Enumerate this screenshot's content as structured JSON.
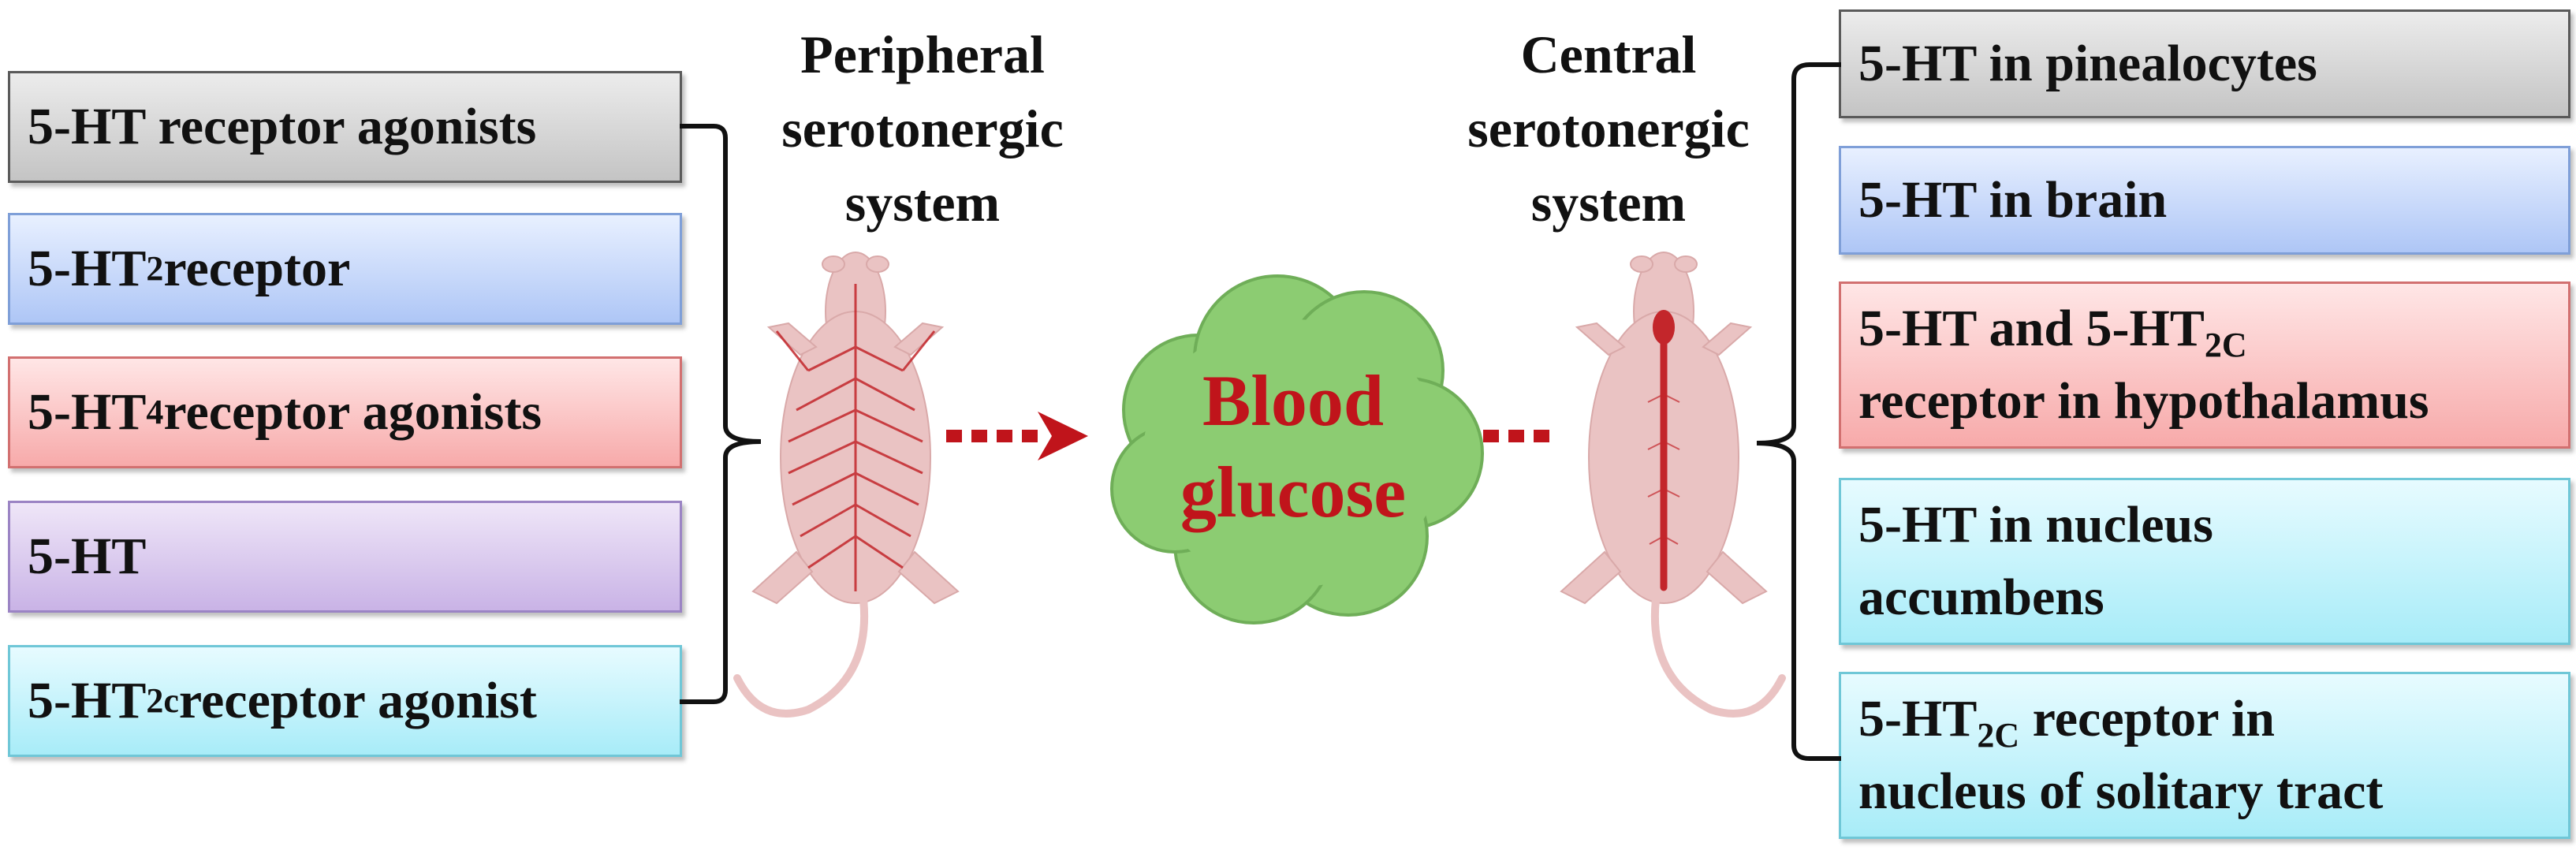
{
  "peripheral": {
    "title": [
      "Peripheral",
      "serotonergic",
      "system"
    ],
    "items": [
      {
        "pre": "5-HT receptor agonists",
        "sub": "",
        "post": ""
      },
      {
        "pre": "5-HT",
        "sub": "2",
        "post": " receptor"
      },
      {
        "pre": "5-HT",
        "sub": "4",
        "post": " receptor agonists"
      },
      {
        "pre": "5-HT",
        "sub": "",
        "post": ""
      },
      {
        "pre": "5-HT",
        "sub": "2c",
        "post": " receptor agonist"
      }
    ]
  },
  "central": {
    "title": [
      "Central",
      "serotonergic",
      "system"
    ],
    "items": [
      {
        "line1_pre": "5-HT in pinealocytes",
        "line1_sub": "",
        "line1_post": "",
        "line2": ""
      },
      {
        "line1_pre": "5-HT in brain",
        "line1_sub": "",
        "line1_post": "",
        "line2": ""
      },
      {
        "line1_pre": "5-HT and 5-HT",
        "line1_sub": "2C",
        "line1_post": "",
        "line2": "receptor in hypothalamus"
      },
      {
        "line1_pre": "5-HT in nucleus",
        "line1_sub": "",
        "line1_post": "",
        "line2": "accumbens"
      },
      {
        "line1_pre": "5-HT",
        "line1_sub": "2C",
        "line1_post": " receptor in",
        "line2": "nucleus of solitary tract"
      }
    ]
  },
  "center": {
    "line1": "Blood",
    "line2": "glucose"
  },
  "colors": {
    "arrow": "#c0141b",
    "cloud_fill": "#8ccc72",
    "rat_fill": "#eac3c3",
    "nerve": "#c3262b"
  }
}
